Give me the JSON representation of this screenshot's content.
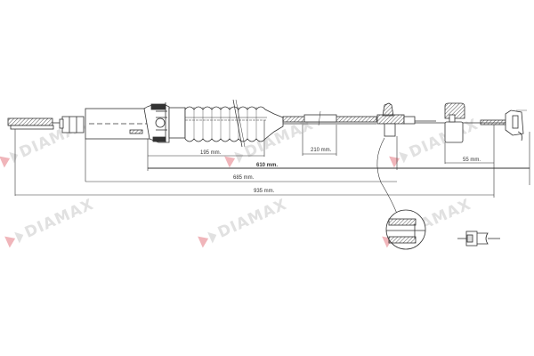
{
  "drawing": {
    "subject": "clutch cable technical drawing",
    "line_color": "#333333",
    "background": "#ffffff"
  },
  "dimensions": {
    "d195": "195 mm.",
    "d210": "210 mm.",
    "d55": "55 mm.",
    "d610": "610 mm.",
    "d685": "685 mm.",
    "d935": "935 mm."
  },
  "watermark": {
    "text": "DIAMAX",
    "text_color": "#c8c8c8",
    "accent_color": "#e47882"
  },
  "detail_views": [
    {
      "name": "cable-cross-section-detail",
      "type": "magnified circle"
    },
    {
      "name": "end-fitting-detail",
      "type": "small end fitting"
    }
  ]
}
